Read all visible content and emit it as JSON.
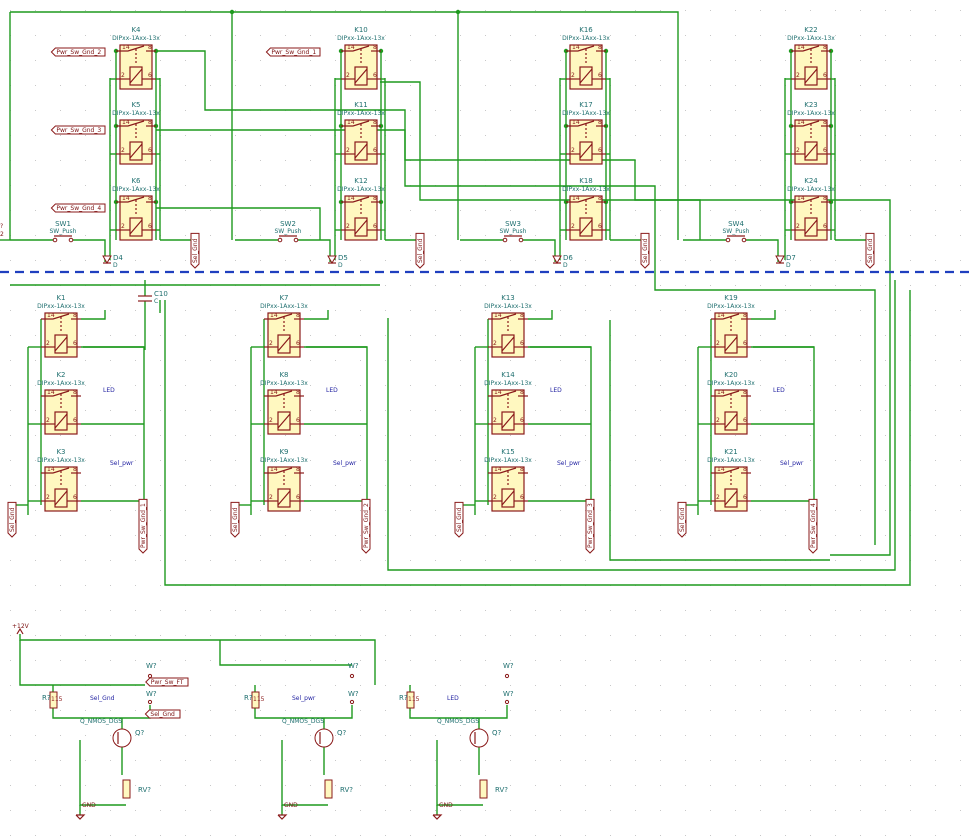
{
  "colors": {
    "wire": "#1f9a1f",
    "component": "#8a1a1a",
    "fill": "#fff8c0",
    "divider": "#1f3fbf",
    "text": "#1f6f6f"
  },
  "relay_value": "DIPxx-1Axx-13x",
  "relays_top": [
    {
      "ref": "K4"
    },
    {
      "ref": "K5"
    },
    {
      "ref": "K6"
    },
    {
      "ref": "K10"
    },
    {
      "ref": "K11"
    },
    {
      "ref": "K12"
    },
    {
      "ref": "K16"
    },
    {
      "ref": "K17"
    },
    {
      "ref": "K18"
    },
    {
      "ref": "K22"
    },
    {
      "ref": "K23"
    },
    {
      "ref": "K24"
    }
  ],
  "relays_bottom": [
    {
      "ref": "K1"
    },
    {
      "ref": "K2"
    },
    {
      "ref": "K3"
    },
    {
      "ref": "K7"
    },
    {
      "ref": "K8"
    },
    {
      "ref": "K9"
    },
    {
      "ref": "K13"
    },
    {
      "ref": "K14"
    },
    {
      "ref": "K15"
    },
    {
      "ref": "K19"
    },
    {
      "ref": "K20"
    },
    {
      "ref": "K21"
    }
  ],
  "switches": [
    {
      "ref": "SW1",
      "value": "SW_Push"
    },
    {
      "ref": "SW2",
      "value": "SW_Push"
    },
    {
      "ref": "SW3",
      "value": "SW_Push"
    },
    {
      "ref": "SW4",
      "value": "SW_Push"
    }
  ],
  "diodes": [
    {
      "ref": "D4",
      "value": "D"
    },
    {
      "ref": "D5",
      "value": "D"
    },
    {
      "ref": "D6",
      "value": "D"
    },
    {
      "ref": "D7",
      "value": "D"
    }
  ],
  "capacitor": {
    "ref": "C10",
    "value": "C"
  },
  "global_labels_left": [
    "Pwr_Sw_Gnd_2",
    "Pwr_Sw_Gnd_3",
    "Pwr_Sw_Gnd_4"
  ],
  "global_label_top2": "Pwr_Sw_Gnd_1",
  "sel_gnd": "Sel_Gnd",
  "sel_pwr": "Sel_pwr",
  "led": "LED",
  "pwr_sw_gnd_bottom": [
    "Pwr_Sw_Gnd_1",
    "Pwr_Sw_Gnd_2",
    "Pwr_Sw_Gnd_3",
    "Pwr_Sw_Gnd_4"
  ],
  "power": {
    "rail": "+12V",
    "gnd": "GND"
  },
  "drivers": [
    {
      "r": "R?",
      "rv": "RV?",
      "q": "Q?",
      "q_value": "Q_NMOS_DGS",
      "w": "W?",
      "w2": "W?",
      "net_top": "Pwr_Sw_FT",
      "net_mid": "Sel_Gnd"
    },
    {
      "r": "R?",
      "rv": "RV?",
      "q": "Q?",
      "q_value": "Q_NMOS_DGS",
      "w": "W?",
      "w2": "W?",
      "net_top": "",
      "net_mid": "Sel_pwr"
    },
    {
      "r": "R?",
      "rv": "RV?",
      "q": "Q?",
      "q_value": "Q_NMOS_DGS",
      "w": "W?",
      "w2": "W?",
      "net_top": "",
      "net_mid": "LED"
    }
  ],
  "pin_numbers": {
    "a": "14",
    "b": "8",
    "c": "2",
    "d": "6",
    "r": "115",
    "a2": "1",
    "b2": "2"
  },
  "edge_label": "?",
  "edge_label2": "2"
}
